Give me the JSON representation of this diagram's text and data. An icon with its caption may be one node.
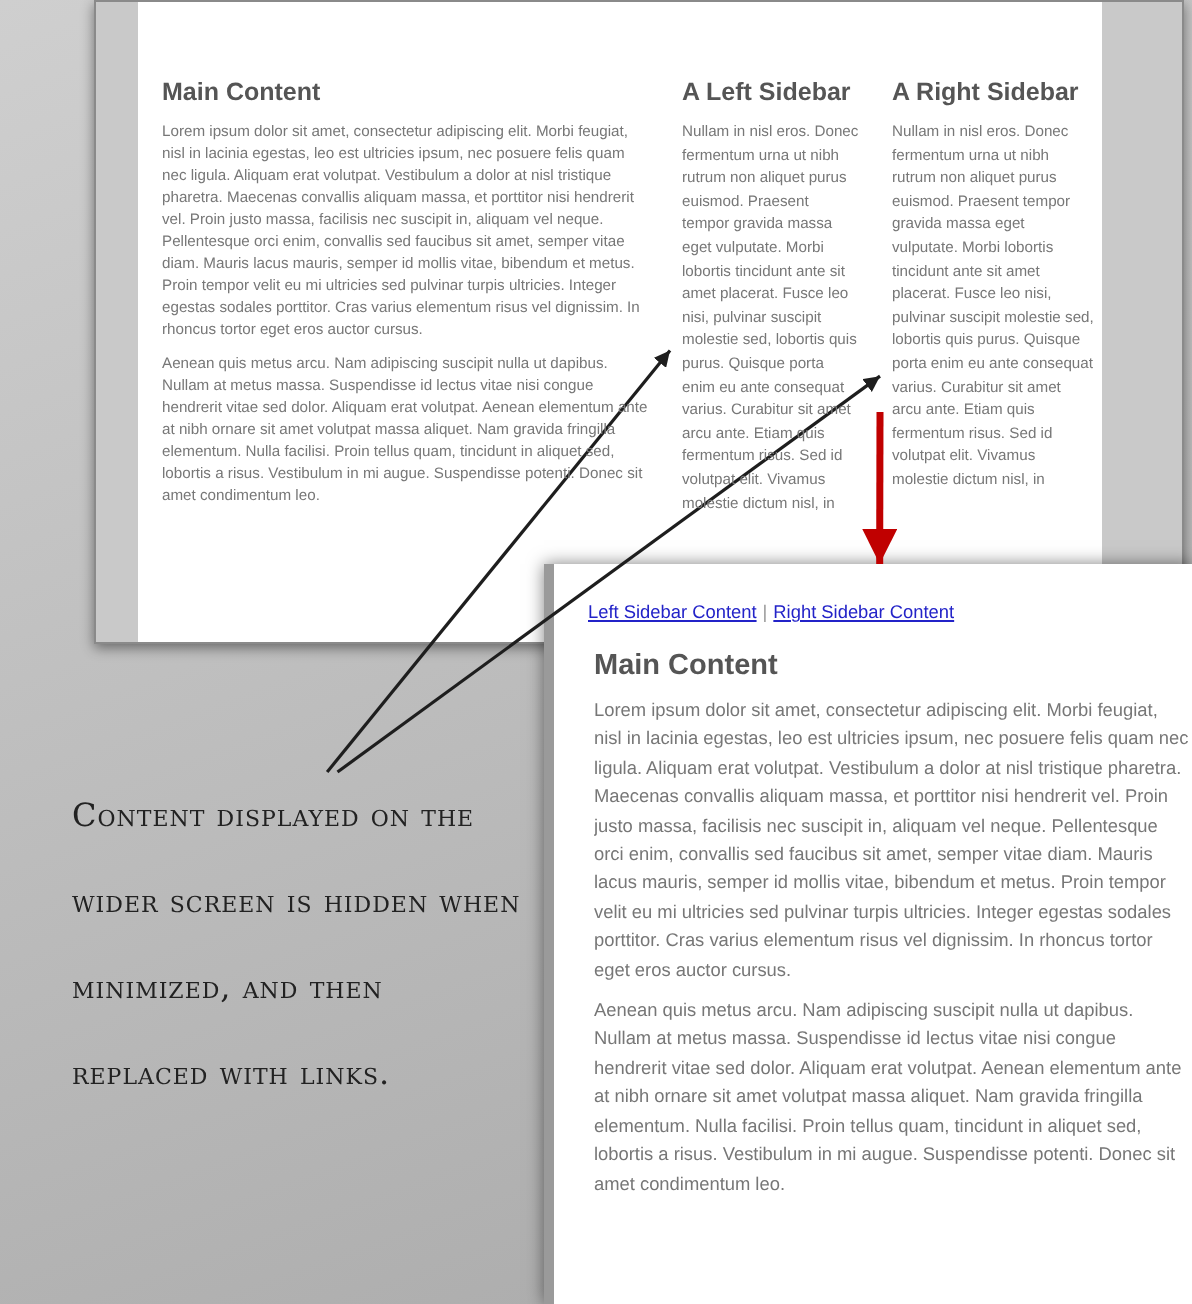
{
  "diagram": {
    "nodes": [
      {
        "text": [],
        "shape": "box"
      },
      {
        "text": [
          "Main Content",
          "Lorem ipsum dolor sit amet, consectetur adipiscing elit. Morbi feugiat, nisl in lacinia egestas, leo est ultricies ipsum, nec posuere felis quam nec ligula. Aliquam erat volutpat. Vestibulum a dolor at nisl tristique pharetra. Maecenas convallis aliquam massa, et porttitor nisi hendrerit vel. Proin justo massa, facilisis nec suscipit in, aliquam vel neque. Pellentesque orci enim, convallis sed faucibus sit amet, semper vitae diam. Mauris lacus mauris, semper id mollis vitae, bibendum et metus. Proin tempor velit eu mi ultricies sed pulvinar turpis ultricies. Integer egestas sodales porttitor. Cras varius elementum risus vel dignissim. In rhoncus tortor eget eros auctor cursus.",
          "Aenean quis metus arcu. Nam adipiscing suscipit nulla ut dapibus. Nullam at metus massa. Suspendisse id lectus vitae nisi congue hendrerit vitae sed dolor. Aliquam erat volutpat. Aenean elementum ante at nibh ornare sit amet volutpat massa aliquet. Nam gravida fringilla elementum. Nulla facilisi. Proin tellus quam, tincidunt in aliquet sed, lobortis a risus. Vestibulum in mi augue. Suspendisse potenti. Donec sit amet condimentum leo."
        ],
        "in": 0
      },
      {
        "text": [
          "A Left Sidebar",
          "Nullam in nisl eros. Donec fermentum urna ut nibh rutrum non aliquet purus euismod. Praesent tempor gravida massa eget vulputate. Morbi lobortis tincidunt ante sit amet placerat. Fusce leo nisi, pulvinar suscipit molestie sed, lobortis quis purus. Quisque porta enim eu ante consequat varius. Curabitur sit amet arcu ante. Etiam quis fermentum risus. Sed id volutpat elit. Vivamus molestie dictum nisl, in"
        ],
        "in": 0
      },
      {
        "text": [
          "A Right Sidebar",
          "Nullam in nisl eros. Donec fermentum urna ut nibh rutrum non aliquet purus euismod. Praesent tempor gravida massa eget vulputate. Morbi lobortis tincidunt ante sit amet placerat. Fusce leo nisi, pulvinar suscipit molestie sed, lobortis quis purus. Quisque porta enim eu ante consequat varius. Curabitur sit amet arcu ante. Etiam quis fermentum risus. Sed id volutpat elit. Vivamus molestie dictum nisl, in"
        ],
        "in": 0
      },
      {
        "text": [],
        "shape": "box"
      },
      {
        "text": [
          "Left Sidebar Content",
          "|",
          "Right Sidebar Content"
        ]
      },
      {
        "text": [
          "Main Content",
          "Lorem ipsum dolor sit amet, consectetur adipiscing elit. Morbi feugiat, nisl in lacinia egestas, leo est ultricies ipsum, nec posuere felis quam nec ligula. Aliquam erat volutpat. Vestibulum a dolor at nisl tristique pharetra. Maecenas convallis aliquam massa, et porttitor nisi hendrerit vel. Proin justo massa, facilisis nec suscipit in, aliquam vel neque. Pellentesque orci enim, convallis sed faucibus sit amet, semper vitae diam. Mauris lacus mauris, semper id mollis vitae, bibendum et metus. Proin tempor velit eu mi ultricies sed pulvinar turpis ultricies. Integer egestas sodales porttitor. Cras varius elementum risus vel dignissim. In rhoncus tortor eget eros auctor cursus.",
          "Aenean quis metus arcu. Nam adipiscing suscipit nulla ut dapibus. Nullam at metus massa. Suspendisse id lectus vitae nisi congue hendrerit vitae sed dolor. Aliquam erat volutpat. Aenean elementum ante at nibh ornare sit amet volutpat massa aliquet. Nam gravida fringilla elementum. Nulla facilisi. Proin tellus quam, tincidunt in aliquet sed, lobortis a risus. Vestibulum in mi augue. Suspendisse potenti. Donec sit amet condimentum leo."
        ],
        "in": 4
      },
      {
        "text": [
          "Content displayed on the wider screen is hidden when minimized, and then replaced with links."
        ]
      }
    ],
    "edges": [
      {
        "from": 7,
        "to": 2,
        "arrow": "to"
      },
      {
        "from": 7,
        "to": 3,
        "arrow": "to"
      },
      {
        "from": 3,
        "to": 4,
        "arrow": "to",
        "style": "thick",
        "color": "#c00000"
      }
    ]
  }
}
